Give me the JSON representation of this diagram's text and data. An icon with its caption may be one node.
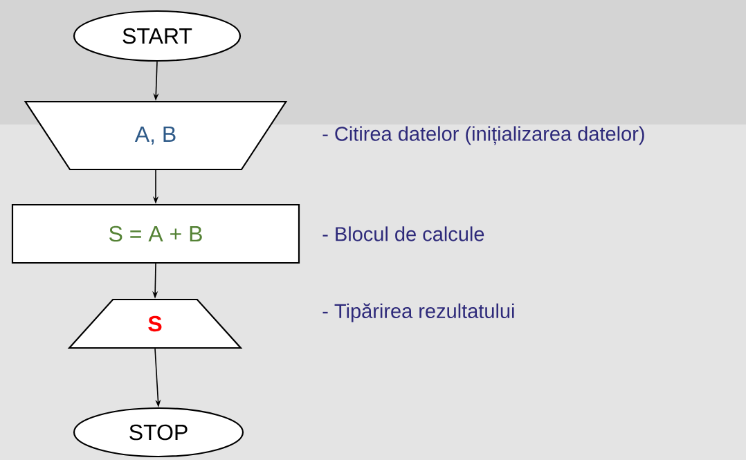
{
  "diagram": {
    "nodes": [
      {
        "text": [
          "START"
        ]
      },
      {
        "text": [
          "A, B"
        ],
        "beside": [
          "- Citirea datelor (inițializarea datelor)"
        ]
      },
      {
        "text": [
          "S = A + B"
        ],
        "beside": [
          "- Blocul de calcule"
        ]
      },
      {
        "text": [
          "S"
        ]
      },
      {
        "text": [
          "STOP"
        ]
      }
    ],
    "edges": [
      {
        "from": 0,
        "to": 1,
        "arrow": "to"
      },
      {
        "from": 1,
        "to": 2,
        "arrow": "to"
      },
      {
        "from": 2,
        "to": 3,
        "arrow": "to"
      },
      {
        "from": 3,
        "to": 4,
        "arrow": "to"
      }
    ],
    "labels": [
      "- Tipărirea rezultatului"
    ]
  }
}
